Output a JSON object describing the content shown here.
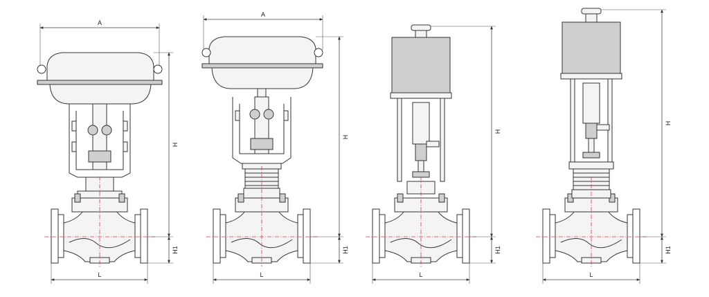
{
  "labels": {
    "width_actuator": "A",
    "height_total": "H",
    "height_bottom": "H1",
    "length_face": "L"
  },
  "colors": {
    "outline": "#333333",
    "centerline": "#e23b3b",
    "fill_light": "#f4f4f4",
    "fill_dark": "#cfcfcf",
    "background": "#ffffff"
  }
}
